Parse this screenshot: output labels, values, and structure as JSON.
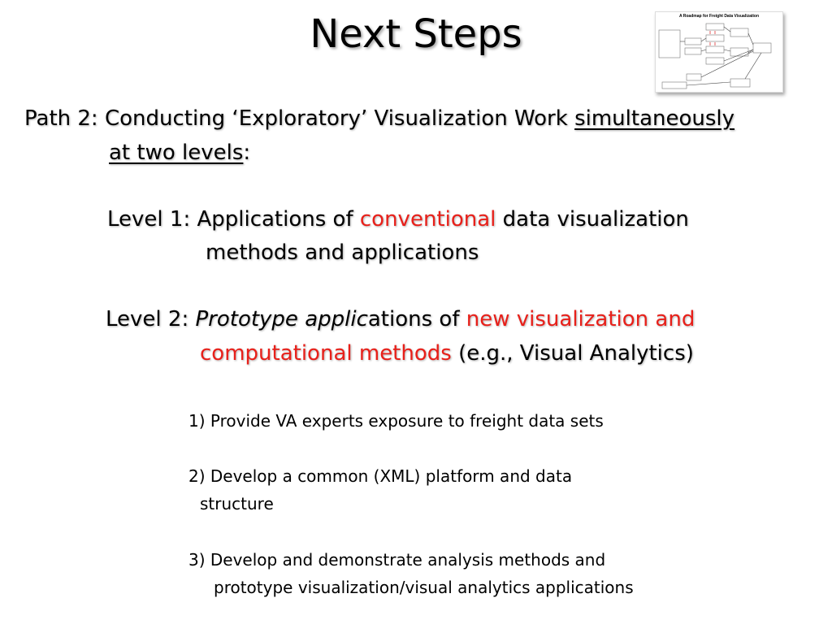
{
  "slide": {
    "title": "Next Steps",
    "path2_prefix": "Path 2:  Conducting ‘Exploratory’  Visualization Work  ",
    "path2_underline1": "simultaneously",
    "path2_underline2": " at two levels",
    "path2_colon": ":",
    "level1": {
      "prefix": "Level 1:  Applications of ",
      "highlight": "conventional",
      "suffix": " data visualization",
      "line2": "methods and applications"
    },
    "level2": {
      "prefix": "Level 2: ",
      "italic": "Prototype applic",
      "mid": "ations of ",
      "highlight1": "new visualization and",
      "highlight2": "computational  methods",
      "suffix": " (e.g., Visual Analytics)"
    },
    "steps": {
      "s1": "1) Provide VA experts exposure to freight data sets",
      "s2_line1": "2) Develop a common (XML) platform and data",
      "s2_line2": "structure",
      "s3_line1": "3) Develop and demonstrate analysis methods and",
      "s3_line2": "prototype visualization/visual analytics applications"
    },
    "thumbnail_title": "A Roadmap for Freight Data Visualization"
  },
  "colors": {
    "accent_red": "#e8201a",
    "text": "#000000",
    "background": "#ffffff"
  }
}
